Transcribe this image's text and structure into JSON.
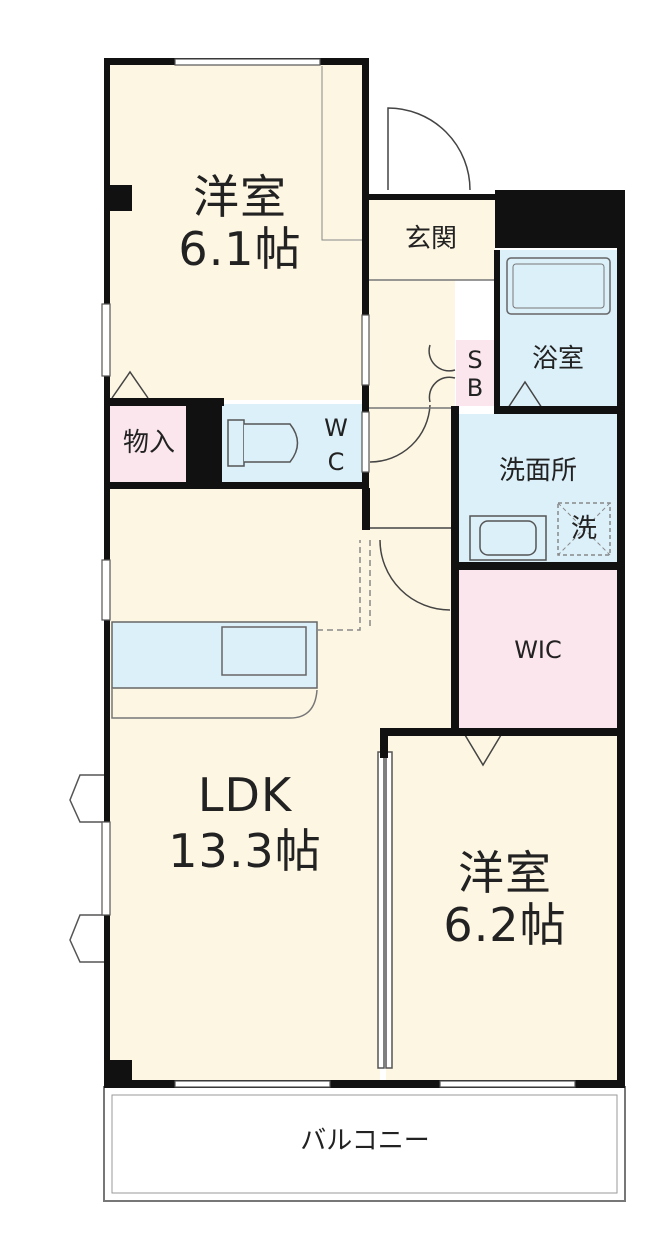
{
  "rooms": {
    "western1": {
      "name": "洋室",
      "size": "6.1帖"
    },
    "entrance": {
      "name": "玄関"
    },
    "bath": {
      "name": "浴室"
    },
    "sb": {
      "line1": "S",
      "line2": "B"
    },
    "storage": {
      "name": "物入"
    },
    "wc": {
      "line1": "W",
      "line2": "C"
    },
    "washroom": {
      "name": "洗面所",
      "washer": "洗"
    },
    "wic": {
      "name": "WIC"
    },
    "ldk": {
      "name": "LDK",
      "size": "13.3帖"
    },
    "western2": {
      "name": "洋室",
      "size": "6.2帖"
    },
    "balcony": {
      "name": "バルコニー"
    }
  },
  "colors": {
    "room_cream": "#fdf6e3",
    "wet_blue": "#dcf0fa",
    "closet_pink": "#fbe6ee",
    "wall": "#111111",
    "line": "#555555"
  }
}
